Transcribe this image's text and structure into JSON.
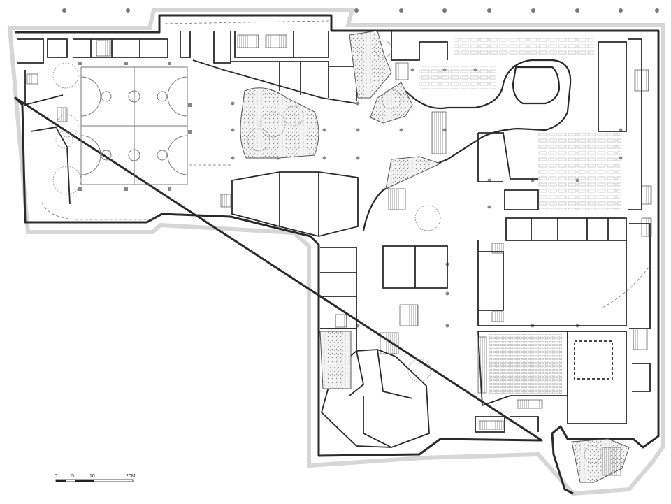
{
  "scale_bar": {
    "labels": [
      "0",
      "5",
      "10",
      "20M"
    ]
  },
  "colors": {
    "wall": "#2a2a2a",
    "thin_line": "#6a6a6a",
    "site_outline": "#d9d9d9",
    "hatch": "#9a9a9a",
    "background": "#ffffff"
  }
}
